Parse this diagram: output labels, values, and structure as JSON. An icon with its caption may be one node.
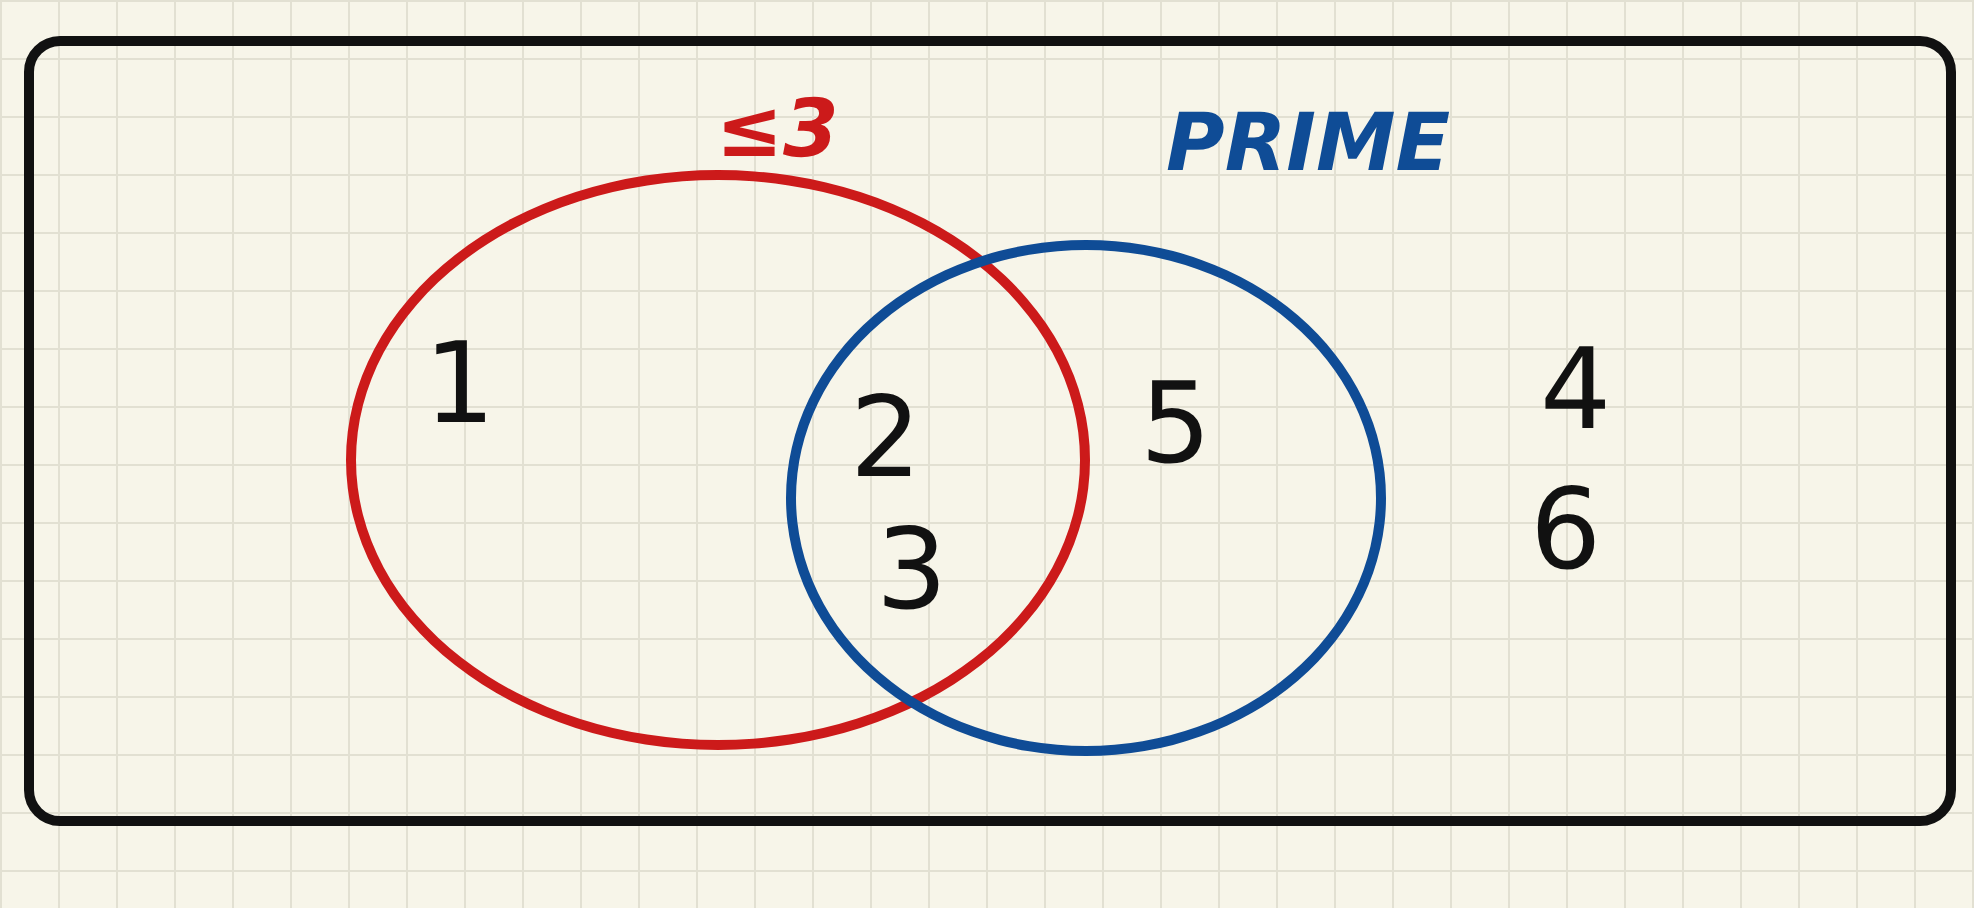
{
  "diagram": {
    "nodes": [
      {
        "text": [],
        "shape": "box"
      },
      {
        "text": [
          "≤3"
        ],
        "in": 0
      },
      {
        "text": [
          "PRIME"
        ],
        "in": 0
      }
    ],
    "labels": [
      "1",
      "2",
      "3",
      "5",
      "4",
      "6"
    ]
  }
}
